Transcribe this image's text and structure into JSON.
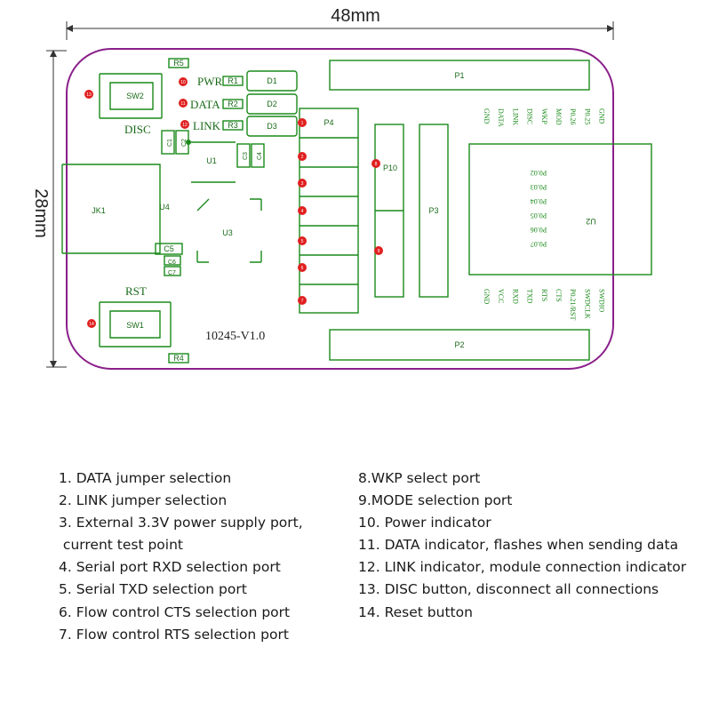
{
  "colors": {
    "outline": "#8a1f8a",
    "trace": "#1a8a1a",
    "marker": "#e02020",
    "dimension": "#333333"
  },
  "dimensions": {
    "width": "48mm",
    "height": "28mm"
  },
  "board": {
    "version": "10245-V1.0",
    "top_labels": {
      "pwr": "PWR",
      "data": "DATA",
      "link": "LINK",
      "disc": "DISC",
      "rst": "RST"
    },
    "components": {
      "sw2": "SW2",
      "sw1": "SW1",
      "jk1": "JK1",
      "d1": "D1",
      "d2": "D2",
      "d3": "D3",
      "r1": "R1",
      "r2": "R2",
      "r3": "R3",
      "r4": "R4",
      "r5": "R5",
      "c1": "C1",
      "c2": "C2",
      "c3": "C3",
      "c4": "C4",
      "c5": "C5",
      "c6": "C6",
      "c7": "C7",
      "u1": "U1",
      "u2": "U2",
      "u3": "U3",
      "u4": "U4",
      "p1": "P1",
      "p2": "P2",
      "p3": "P3",
      "p4": "P4",
      "p10": "P10"
    },
    "top_pins": [
      "GND",
      "DATA",
      "LINK",
      "DISC",
      "WKP",
      "MOD",
      "P0.26",
      "P0.25",
      "GND"
    ],
    "bottom_pins": [
      "GND",
      "VCC",
      "RXD",
      "TXD",
      "RTS",
      "CTS",
      "P0.21/RST",
      "SWDCLK",
      "SWDIO"
    ],
    "module_pins": [
      "P0.02",
      "P0.03",
      "P0.04",
      "P0.05",
      "P0.06",
      "P0.07"
    ],
    "markers": [
      "1",
      "2",
      "3",
      "4",
      "5",
      "6",
      "7",
      "8",
      "9",
      "10",
      "11",
      "12",
      "13",
      "14"
    ]
  },
  "legend": {
    "left": [
      "1. DATA jumper selection",
      "2. LINK jumper selection",
      "3. External 3.3V power supply port,",
      " current test point",
      "4. Serial port RXD selection port",
      "5. Serial TXD selection port",
      "6. Flow control CTS selection port",
      "7. Flow control RTS selection port"
    ],
    "right": [
      "8.WKP select port",
      "9.MODE selection port",
      "10. Power indicator",
      "11. DATA indicator, flashes when sending data",
      "12. LINK indicator, module connection indicator",
      "13. DISC button, disconnect all connections",
      "14. Reset button"
    ]
  }
}
